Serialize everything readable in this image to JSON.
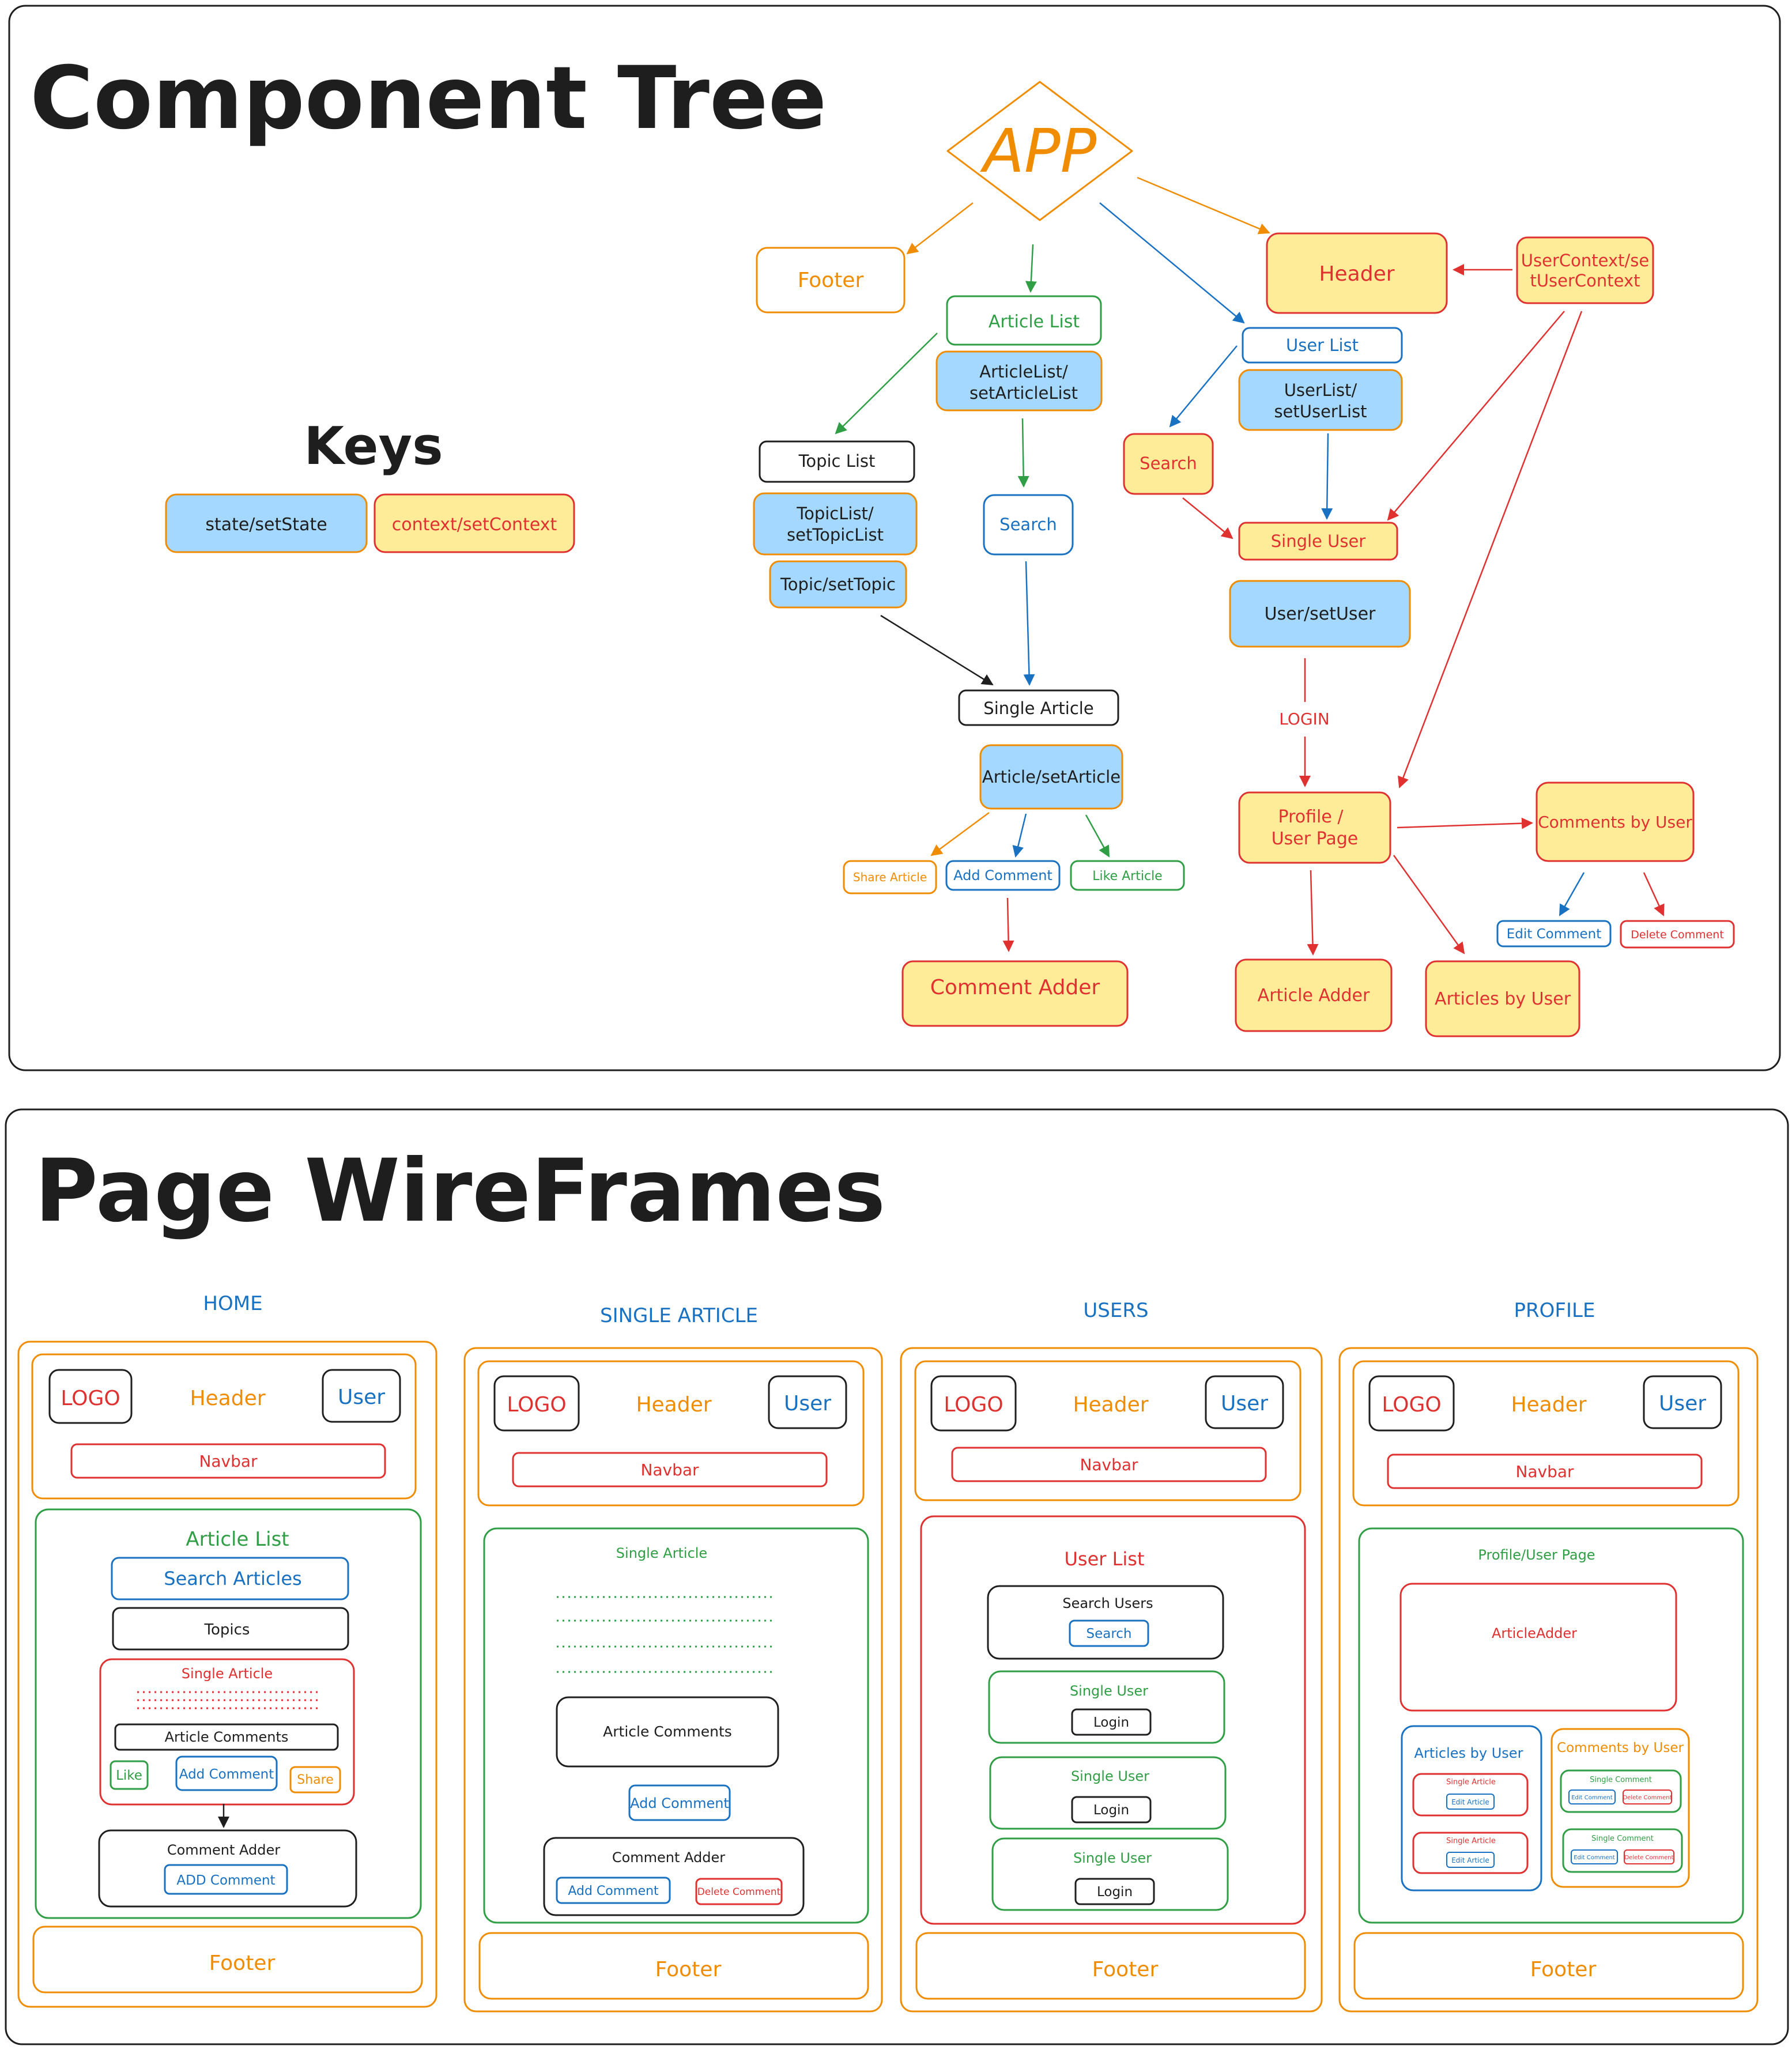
{
  "colors": {
    "orange": "#f08c00",
    "green": "#2f9e44",
    "blue": "#1971c2",
    "red": "#e03131",
    "black": "#1e1e1e",
    "state_fill": "#a5d8ff",
    "context_fill": "#ffec99"
  },
  "component_tree": {
    "title": "Component Tree",
    "keys": {
      "title": "Keys",
      "state_label": "state/setState",
      "context_label": "context/setContext"
    },
    "nodes": {
      "app": "APP",
      "footer": "Footer",
      "article_list": "Article List",
      "article_list_state": [
        "ArticleList/",
        "setArticleList"
      ],
      "header": "Header",
      "user_context": [
        "UserContext/se",
        "tUserContext"
      ],
      "user_list": "User List",
      "user_list_state": [
        "UserList/",
        "setUserList"
      ],
      "search_user": "Search",
      "topic_list": "Topic List",
      "topic_list_state": [
        "TopicList/",
        "setTopicList"
      ],
      "topic_state": "Topic/setTopic",
      "search_article": "Search",
      "single_user": "Single User",
      "user_state": "User/setUser",
      "login_label": "LOGIN",
      "single_article": "Single Article",
      "article_state": "Article/setArticle",
      "share_article": "Share Article",
      "add_comment": "Add Comment",
      "like_article": "Like Article",
      "comment_adder": "Comment Adder",
      "profile_page": [
        "Profile /",
        "User Page"
      ],
      "comments_by_user": "Comments by User",
      "edit_comment": "Edit Comment",
      "delete_comment": "Delete Comment",
      "article_adder": "Article Adder",
      "articles_by_user": "Articles by User"
    }
  },
  "wireframes": {
    "title": "Page WireFrames",
    "common": {
      "logo": "LOGO",
      "header": "Header",
      "user": "User",
      "navbar": "Navbar",
      "footer": "Footer"
    },
    "home": {
      "title": "HOME",
      "article_list": "Article List",
      "search_articles": "Search Articles",
      "topics": "Topics",
      "single_article": "Single Article",
      "article_comments": "Article Comments",
      "like": "Like",
      "add_comment": "Add Comment",
      "share": "Share",
      "comment_adder": "Comment Adder",
      "add_comment_button": "ADD Comment"
    },
    "single_article": {
      "title": "SINGLE ARTICLE",
      "single_article": "Single Article",
      "article_comments": "Article Comments",
      "add_comment": "Add Comment",
      "comment_adder": "Comment Adder",
      "add_comment_button": "Add Comment",
      "delete_comment_button": "Delete Comment"
    },
    "users": {
      "title": "USERS",
      "user_list": "User List",
      "search_users": "Search Users",
      "search_button": "Search",
      "single_user": "Single User",
      "login": "Login"
    },
    "profile": {
      "title": "PROFILE",
      "profile_page": "Profile/User Page",
      "article_adder": "ArticleAdder",
      "articles_by_user": "Articles by User",
      "single_article": "Single Article",
      "edit_article": "Edit Article",
      "comments_by_user": "Comments by User",
      "single_comment": "Single Comment",
      "edit_comment": "Edit Comment",
      "delete_comment": "Delete Comment"
    }
  }
}
